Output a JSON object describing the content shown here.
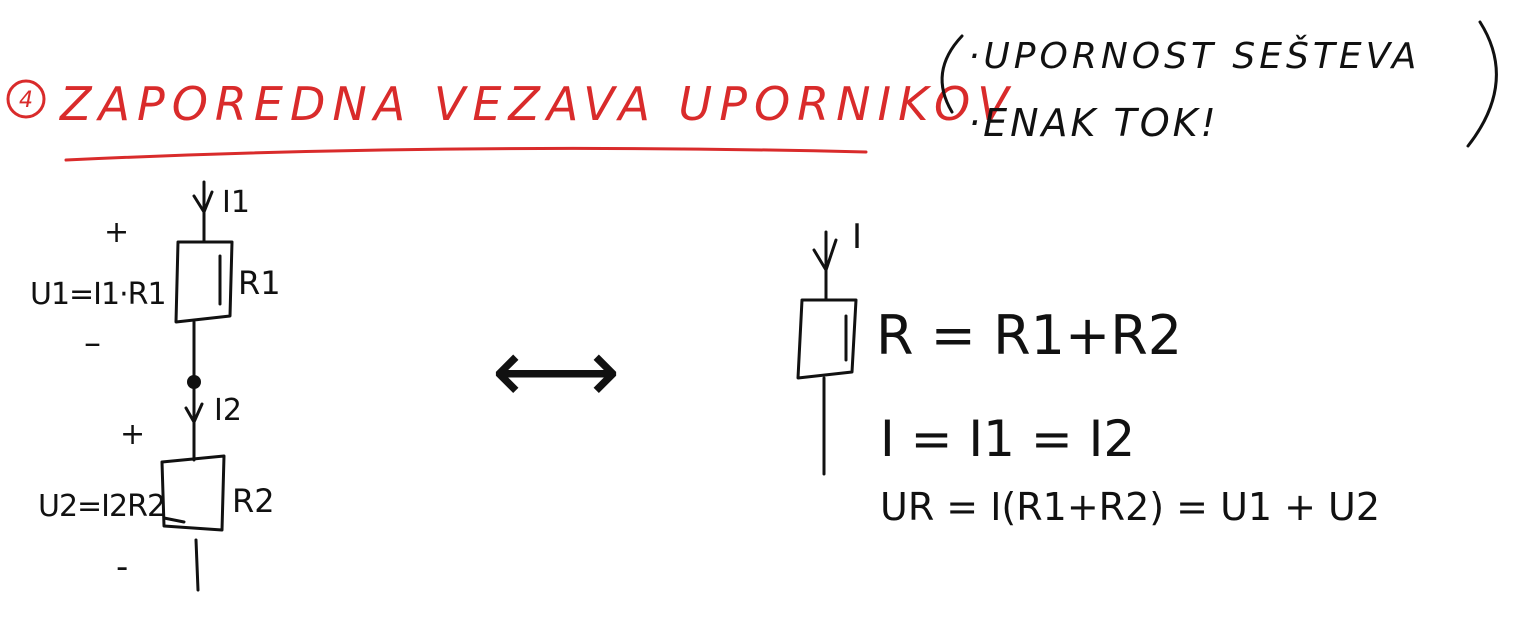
{
  "header": {
    "number": "4",
    "title": "ZAPOREDNA VEZAVA UPORNIKOV",
    "note_line1": "·UPORNOST SEŠTEVA",
    "note_line2": "·ENAK TOK!"
  },
  "left_circuit": {
    "current_in": "I1",
    "plus_top": "+",
    "u1_label": "U1=I1·R1",
    "r1_label": "R1",
    "minus_top": "–",
    "current_mid": "I2",
    "plus_bottom": "+",
    "u2_label": "U2=I2R2",
    "r2_label": "R2",
    "minus_bottom": "-"
  },
  "equivalence_arrow": "⟷",
  "right_circuit": {
    "current": "I",
    "eq_resistance": "R = R1+R2",
    "eq_current": "I = I1 = I2",
    "eq_voltage": "UR = I(R1+R2) = U1 + U2"
  },
  "colors": {
    "accent_red": "#d92b2b",
    "ink": "#111111"
  }
}
